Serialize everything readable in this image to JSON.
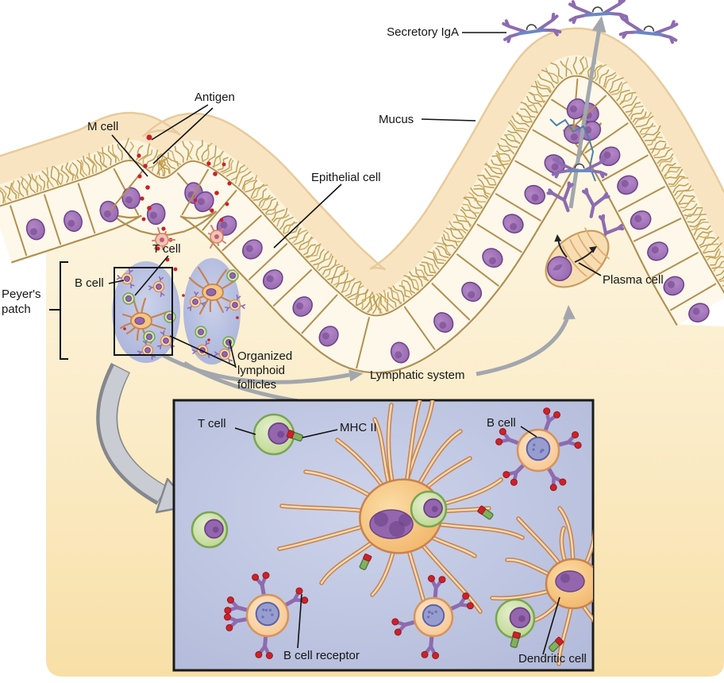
{
  "labels": {
    "secretory_iga": "Secretory IgA",
    "antigen": "Antigen",
    "m_cell": "M cell",
    "mucus": "Mucus",
    "epithelial_cell": "Epithelial cell",
    "t_cell": "T cell",
    "b_cell": "B cell",
    "peyers_patch": "Peyer's\npatch",
    "organized_lymphoid_follicles": "Organized\nlymphoid\nfollicles",
    "lymphatic_system": "Lymphatic system",
    "plasma_cell": "Plasma cell",
    "inset": {
      "t_cell": "T cell",
      "mhc_ii": "MHC II",
      "b_cell": "B cell",
      "b_cell_receptor": "B cell receptor",
      "dendritic_cell": "Dendritic cell"
    }
  },
  "colors": {
    "background": "#ffffff",
    "lamina_top": "#fdf8e8",
    "lamina_bottom": "#f8dfa6",
    "mucus": "#f9e4c2",
    "mucus_edge": "#e7cb9c",
    "villi_strand": "#b8923f",
    "villi_strand_light": "#caa75b",
    "villi_base": "#faf3de",
    "cell_fill": "#fdf8ea",
    "cell_outline": "#b39050",
    "nucleus": "#9466ae",
    "nucleus_dark": "#6d4287",
    "follicle": "#a3aed8",
    "follicle_light": "#ccd2ea",
    "inset_bg": "#b2bada",
    "inset_bg_light": "#cdd3ea",
    "inset_border": "#1a1a1a",
    "dendritic_fill": "#f5c67e",
    "dendritic_outline": "#c8824f",
    "dendritic_inner": "#f8dcb2",
    "t_cell_fill": "#cfe3ac",
    "t_cell_light": "#e4efcb",
    "t_cell_outline": "#79a553",
    "b_cell_fill": "#fbd9b0",
    "b_cell_light": "#fde6c6",
    "b_cell_outline": "#d6935c",
    "b_nucleus": "#979dce",
    "b_nucleus_outline": "#5c63a8",
    "antibody": "#8d6bb0",
    "antibody_dark": "#6d4a92",
    "j_chain": "#6a87c4",
    "antigen_red": "#cc2026",
    "mhc_green": "#83b05f",
    "mhc_green_dark": "#4f7a3a",
    "mhc_red": "#cf2128",
    "arrow_gray": "#a2a7ad",
    "arrow_fill": "#c9cdd3",
    "arrow_outline": "#84878c",
    "leader": "#111111",
    "transcytosis_blue": "#4f81a8",
    "plasma_fill": "#f8ddb2",
    "plasma_outline": "#c89a5e",
    "pink_dc": "#f6c4ae",
    "pink_dc_outline": "#d4806a"
  }
}
